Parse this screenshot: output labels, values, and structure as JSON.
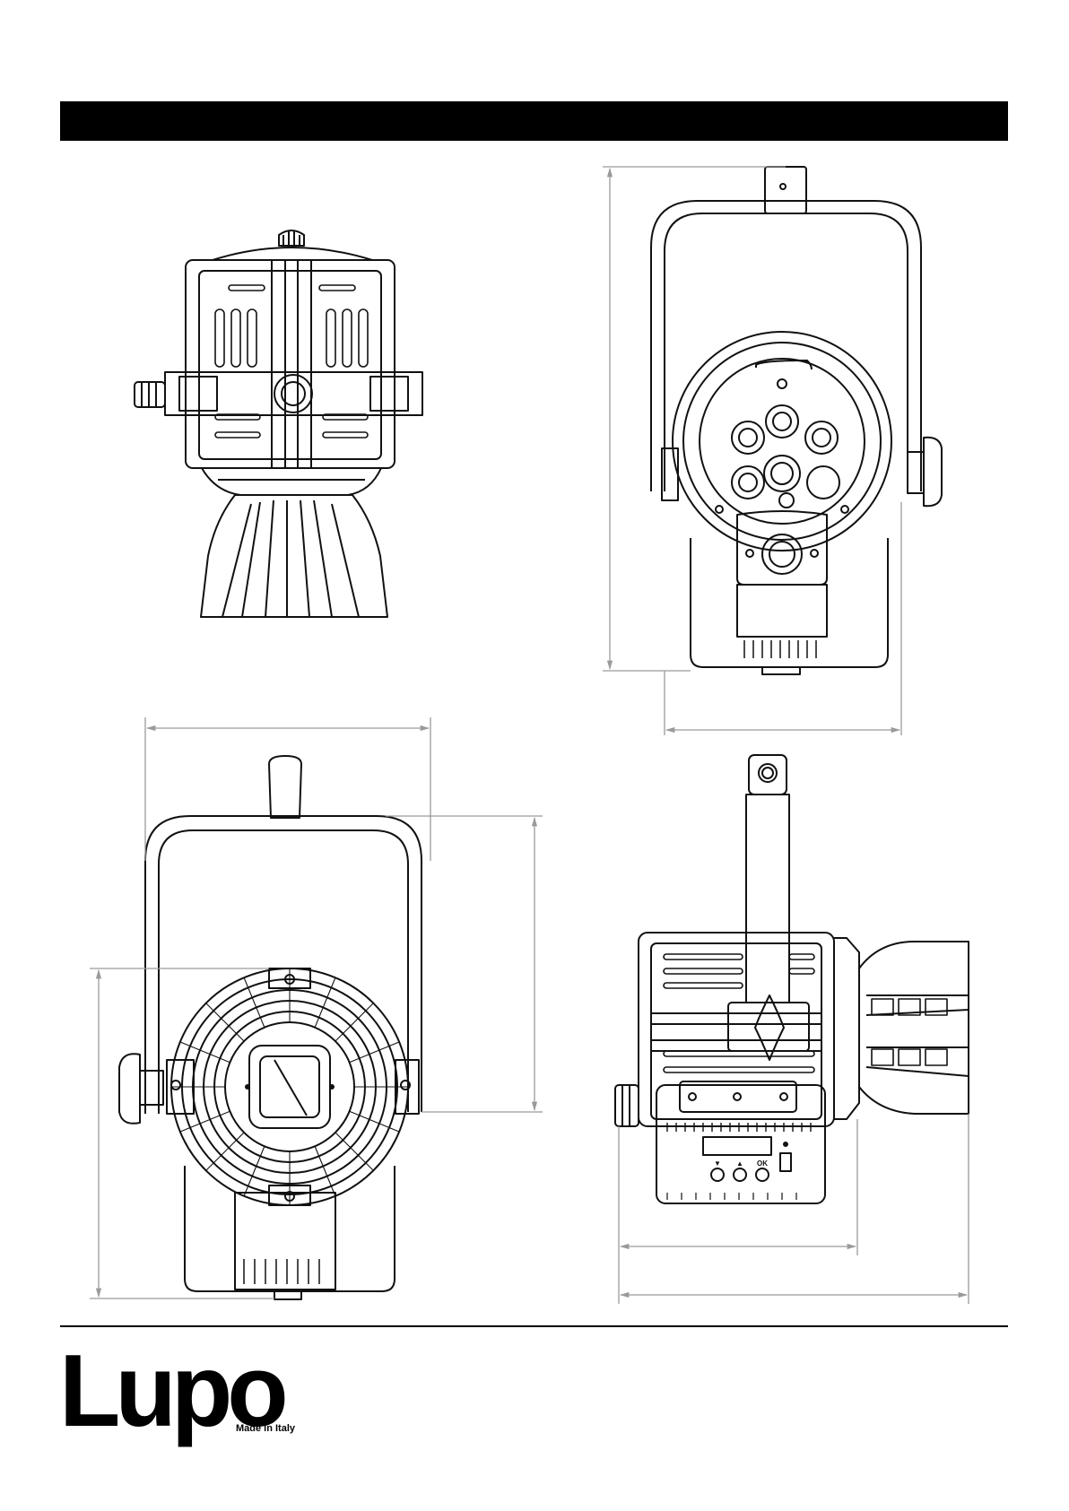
{
  "colors": {
    "header_bar": "#000000",
    "line": "#111111",
    "dimension_line": "#9a9a9a",
    "background": "#ffffff",
    "rule": "#000000"
  },
  "brand": {
    "logo_text": "Lupo",
    "tagline": "Made in Italy"
  },
  "views": [
    {
      "name": "top-view"
    },
    {
      "name": "rear-view"
    },
    {
      "name": "front-view"
    },
    {
      "name": "side-view"
    }
  ],
  "control_panel": {
    "button_labels": [
      "▼",
      "▲",
      "OK"
    ]
  }
}
